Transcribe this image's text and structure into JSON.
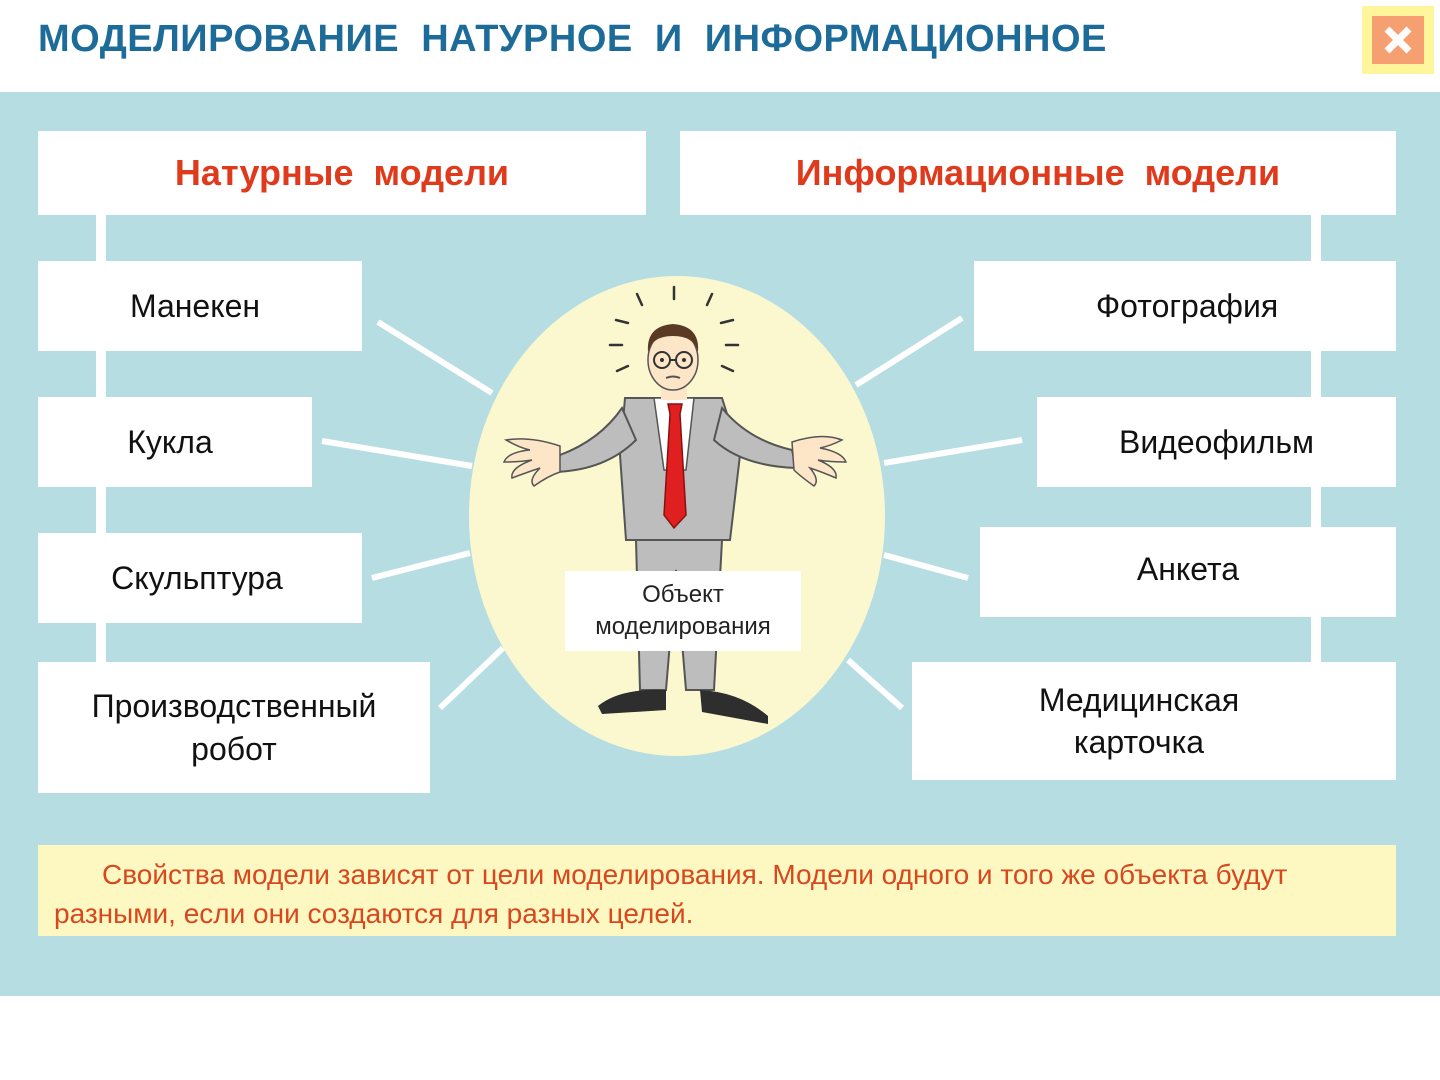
{
  "title": "МОДЕЛИРОВАНИЕ  НАТУРНОЕ  И  ИНФОРМАЦИОННОЕ",
  "close_icon": "close-x-icon",
  "diagram": {
    "natural_header": "Натурные  модели",
    "info_header": "Информационные  модели",
    "natural_items": [
      "Манекен",
      "Кукла",
      "Скульптура",
      "Производственный\nробот"
    ],
    "info_items": [
      "Фотография",
      "Видеофильм",
      "Анкета",
      "Медицинская\nкарточка"
    ],
    "center_label": "Объект\nмоделирования",
    "center_figure": "businessman-illustration"
  },
  "note": "Свойства модели зависят от цели моделирования. Модели одного и того же объекта будут разными, если они создаются для разных целей.",
  "colors": {
    "title": "#1c6b98",
    "header_text": "#e03a1c",
    "panel_background": "#b5dde2",
    "note_background": "#fdf8c2",
    "note_text": "#d8481e",
    "ellipse": "#fbf8cf",
    "close_outer": "#fff59a",
    "close_inner": "#f6a072"
  }
}
